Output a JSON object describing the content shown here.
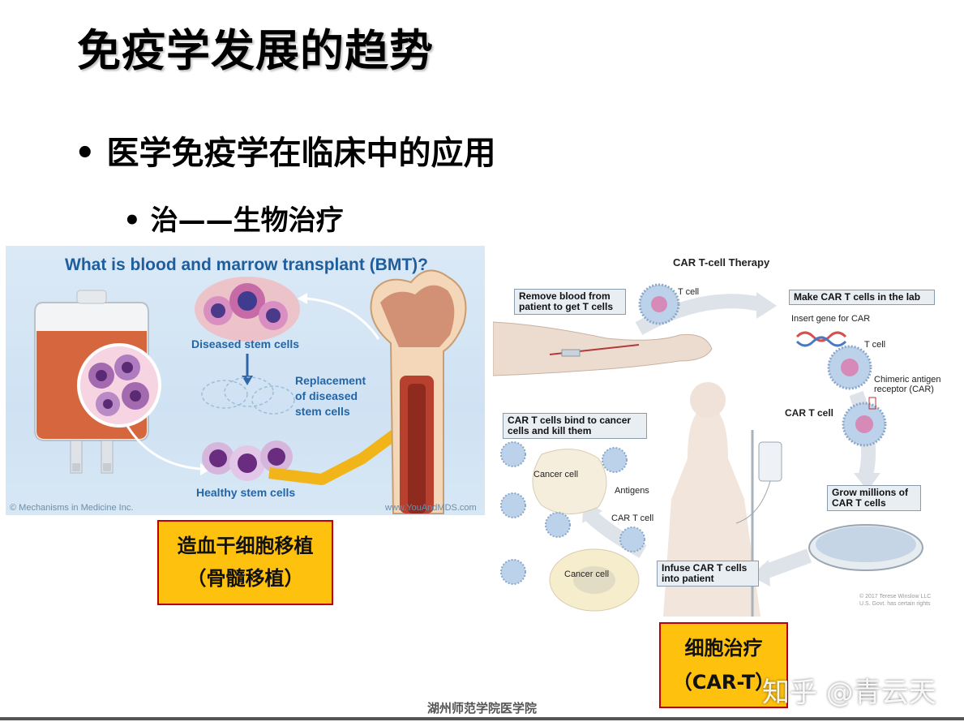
{
  "slide": {
    "title": "免疫学发展的趋势",
    "bullet1": "医学免疫学在临床中的应用",
    "bullet2": "治——生物治疗",
    "bullet_symbol": "•"
  },
  "bmt_figure": {
    "title": "What is blood and marrow transplant (BMT)?",
    "label_diseased": "Diseased stem cells",
    "label_replacement": [
      "Replacement",
      "of diseased",
      "stem cells"
    ],
    "label_healthy": "Healthy stem cells",
    "credit_left": "© Mechanisms in Medicine Inc.",
    "credit_right": "www.YouAndMDS.com"
  },
  "bmt_caption": {
    "line1": "造血干细胞移植",
    "line2": "（骨髓移植）"
  },
  "cart_figure": {
    "title": "CAR T-cell Therapy",
    "step1": [
      "Remove blood from",
      "patient to get T cells"
    ],
    "step2": "Make CAR T cells in the lab",
    "step3": [
      "Grow millions of",
      "CAR T cells"
    ],
    "step4": [
      "Infuse CAR T cells",
      "into patient"
    ],
    "step5": [
      "CAR T cells bind to cancer",
      "cells and kill them"
    ],
    "label_tcell_1": "T cell",
    "label_insert_gene": "Insert gene for CAR",
    "label_tcell_2": "T cell",
    "label_car_receptor": [
      "Chimeric antigen",
      "receptor (CAR)"
    ],
    "label_cart_cell": "CAR T cell",
    "label_cancer_cell_1": "Cancer cell",
    "label_antigens": "Antigens",
    "label_cart_cell_2": "CAR T cell",
    "label_cancer_cell_2": "Cancer cell",
    "credit": [
      "© 2017 Terese Winslow LLC",
      "U.S. Govt. has certain rights"
    ]
  },
  "cart_caption": {
    "line1": "细胞治疗",
    "line2": "（CAR-T）"
  },
  "footer": "湖州师范学院医学院",
  "watermark": "知乎 @青云天",
  "colors": {
    "caption_fill": "#fec10e",
    "caption_border": "#c00000",
    "bmt_title": "#1f5e9c",
    "bmt_label": "#2366a8"
  }
}
